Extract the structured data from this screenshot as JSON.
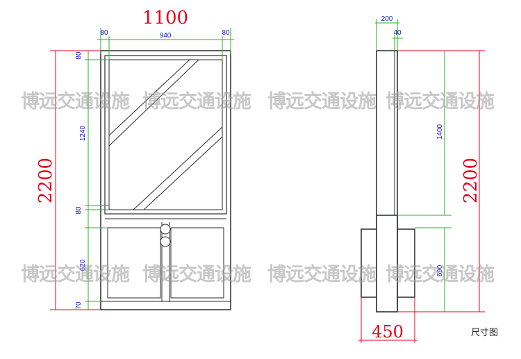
{
  "front_view": {
    "total_width": "1100",
    "left_margin": "80",
    "panel_width": "940",
    "right_margin": "80",
    "total_height": "2200",
    "top_frame": "80",
    "panel_height": "1240",
    "bottom_frame": "80",
    "cabinet_height": "620",
    "base_height": "70"
  },
  "side_view": {
    "top_width": "200",
    "top_offset": "40",
    "panel_height": "1400",
    "total_height": "2200",
    "cabinet_height": "690",
    "base_width": "450"
  },
  "watermark": "博远交通设施",
  "caption": "尺寸图",
  "colors": {
    "outline": "#2a2a2a",
    "dimension_line": "#1fb51f",
    "dimension_text": "#1414c8",
    "overall_dimension": "#e8001c",
    "watermark": "#9a9a9a"
  }
}
